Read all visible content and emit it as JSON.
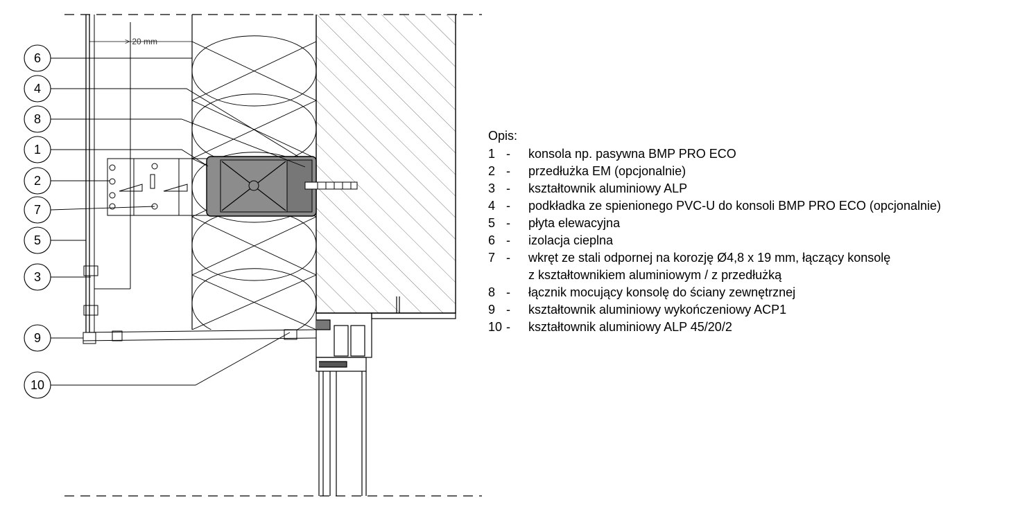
{
  "dimension_label": "> 20 mm",
  "callouts": [
    "6",
    "4",
    "8",
    "1",
    "2",
    "7",
    "5",
    "3",
    "9",
    "10"
  ],
  "legend": {
    "title": "Opis:",
    "items": [
      {
        "num": "1",
        "sep": "-",
        "text": "konsola np. pasywna BMP PRO ECO"
      },
      {
        "num": "2",
        "sep": "-",
        "text": "przedłużka EM (opcjonalnie)"
      },
      {
        "num": "3",
        "sep": "-",
        "text": "kształtownik aluminiowy ALP"
      },
      {
        "num": "4",
        "sep": "-",
        "text": "podkładka ze spienionego PVC-U do konsoli BMP PRO ECO (opcjonalnie)"
      },
      {
        "num": "5",
        "sep": "-",
        "text": "płyta elewacyjna"
      },
      {
        "num": "6",
        "sep": "-",
        "text": "izolacja cieplna"
      },
      {
        "num": "7",
        "sep": "-",
        "text": "wkręt ze stali odpornej na korozję Ø4,8 x 19 mm, łączący konsolę"
      },
      {
        "num": "",
        "sep": "",
        "text": "z kształtownikiem aluminiowym / z przedłużką"
      },
      {
        "num": "8",
        "sep": "-",
        "text": "łącznik mocujący konsolę do ściany zewnętrznej"
      },
      {
        "num": "9",
        "sep": "-",
        "text": "kształtownik aluminiowy wykończeniowy ACP1"
      },
      {
        "num": "10",
        "sep": "-",
        "text": "kształtownik aluminiowy ALP 45/20/2"
      }
    ]
  }
}
